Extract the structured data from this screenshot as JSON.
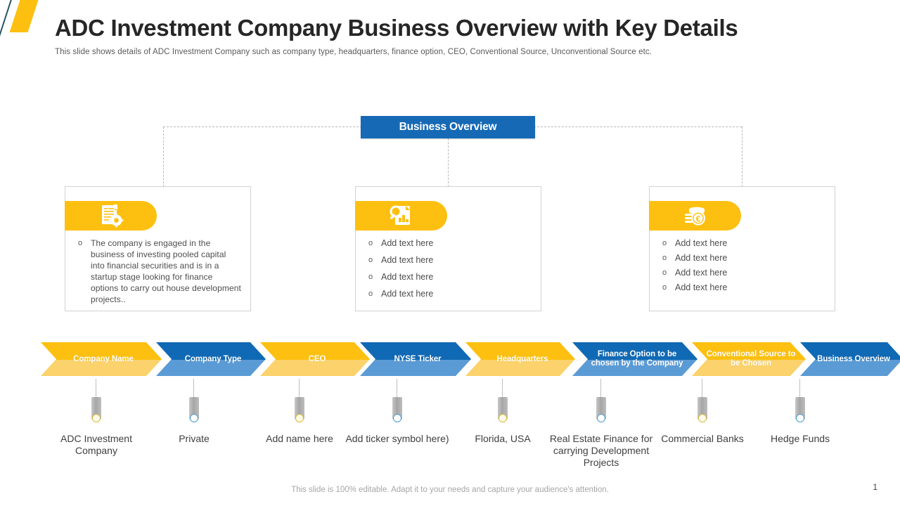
{
  "header": {
    "title": "ADC Investment Company Business Overview with Key Details",
    "subtitle": "This slide shows details of ADC Investment Company such as company type, headquarters, finance option, CEO, Conventional  Source, Unconventional  Source etc.",
    "accent_yellow": "#FDC010",
    "accent_blue": "#1669B5"
  },
  "overview": {
    "label": "Business Overview"
  },
  "cards": [
    {
      "icon": "document-gear-icon",
      "bullet_mark": "o",
      "items": [
        "The company is engaged in the business of investing pooled capital into financial securities and is in a startup stage looking for finance options to carry out house development  projects.."
      ]
    },
    {
      "icon": "magnifier-report-icon",
      "bullet_mark": "o",
      "items": [
        "Add text here",
        "Add text here",
        "Add text here",
        "Add text here"
      ]
    },
    {
      "icon": "euro-coins-icon",
      "bullet_mark": "o",
      "items": [
        "Add text here",
        "Add text here",
        "Add text here",
        "Add text here"
      ]
    }
  ],
  "ribbon": {
    "segments": [
      {
        "label": "Company Name",
        "color": "yellow"
      },
      {
        "label": "Company Type",
        "color": "blue"
      },
      {
        "label": "CEO",
        "color": "yellow"
      },
      {
        "label": "NYSE  Ticker",
        "color": "blue"
      },
      {
        "label": "Headquarters",
        "color": "yellow"
      },
      {
        "label": "Finance Option to be chosen by the Company",
        "color": "blue"
      },
      {
        "label": "Conventional Source to be Chosen",
        "color": "yellow"
      },
      {
        "label": "Business Overview",
        "color": "blue"
      }
    ]
  },
  "pins": [
    {
      "label": "ADC Investment Company",
      "dot": "yellow"
    },
    {
      "label": "Private",
      "dot": "blue"
    },
    {
      "label": "Add name here",
      "dot": "yellow"
    },
    {
      "label": "Add ticker symbol here)",
      "dot": "blue"
    },
    {
      "label": "Florida, USA",
      "dot": "yellow"
    },
    {
      "label": "Real Estate Finance for carrying Development Projects",
      "dot": "blue"
    },
    {
      "label": "Commercial Banks",
      "dot": "yellow"
    },
    {
      "label": "Hedge Funds",
      "dot": "blue"
    }
  ],
  "footer": {
    "note": "This slide is 100% editable. Adapt it to your needs and capture your audience's attention.",
    "page_number": "1"
  }
}
